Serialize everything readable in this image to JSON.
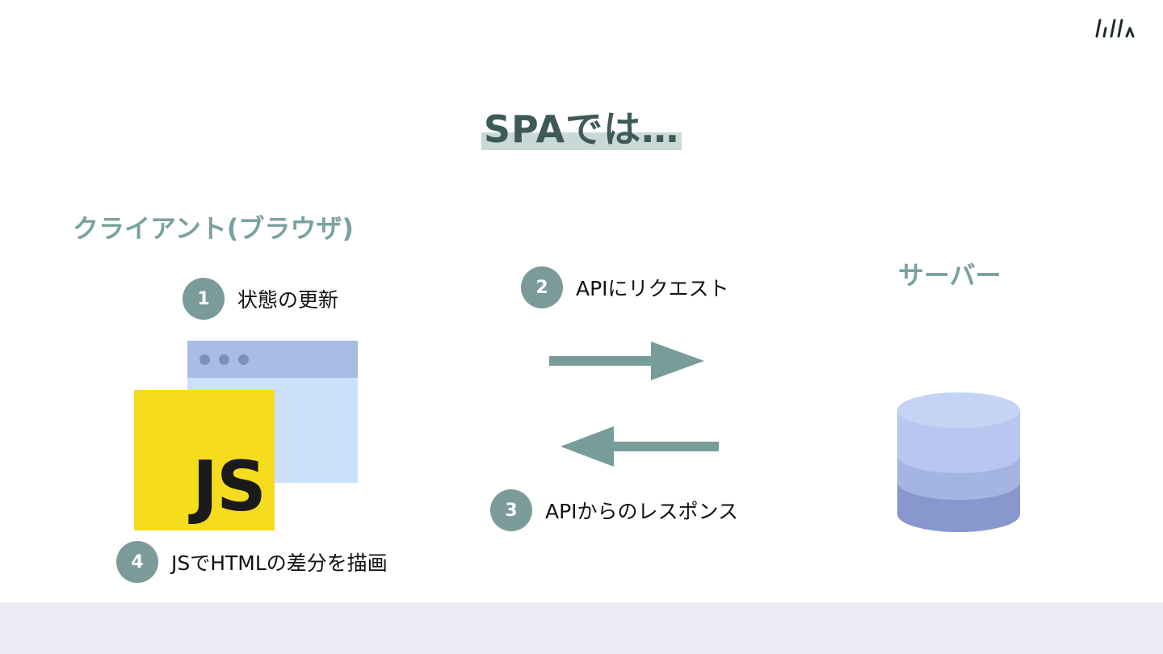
{
  "slide": {
    "title": "SPAでは…",
    "client_heading": "クライアント(ブラウザ)",
    "server_heading": "サーバー"
  },
  "steps": [
    {
      "number": "1",
      "label": "状態の更新"
    },
    {
      "number": "2",
      "label": "APIにリクエスト"
    },
    {
      "number": "3",
      "label": "APIからのレスポンス"
    },
    {
      "number": "4",
      "label": "JSでHTMLの差分を描画"
    }
  ],
  "js_logo_text": "JS",
  "colors": {
    "title": "#3d5a58",
    "title_highlight": "#c9d9d6",
    "heading": "#7aa19f",
    "badge": "#7a9b99",
    "arrow": "#779c99",
    "js_yellow": "#f6dc1f",
    "browser_bar": "#a9bce4",
    "browser_body": "#cde0fb",
    "db_top": "#c5d4f5",
    "db_middle": "#a5b5e2",
    "db_bottom": "#8897cd",
    "footer": "#ebebf6"
  },
  "icons": [
    "brand-logo-icon",
    "browser-window-icon",
    "javascript-logo-icon",
    "database-icon",
    "arrow-right-icon",
    "arrow-left-icon"
  ]
}
